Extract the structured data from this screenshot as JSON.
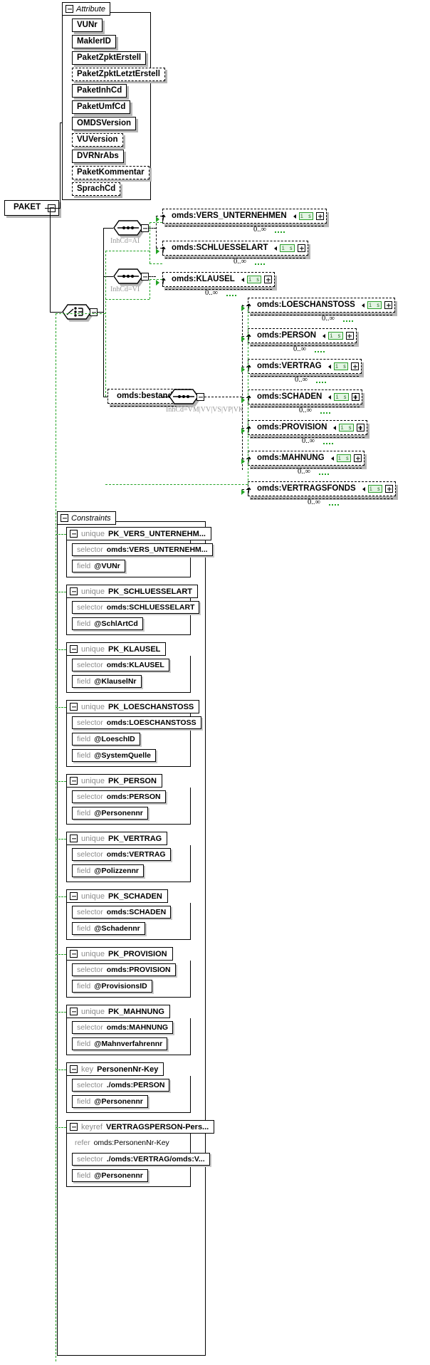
{
  "diagram": {
    "type": "xsd-schema-diagram",
    "root_element": {
      "name": "PAKET",
      "toggle": "minus"
    },
    "attribute_group": {
      "title": "Attribute",
      "toggle": "minus",
      "attributes": [
        {
          "name": "VUNr",
          "optional": false
        },
        {
          "name": "MaklerID",
          "optional": false
        },
        {
          "name": "PaketZpktErstell",
          "optional": false
        },
        {
          "name": "PaketZpktLetztErstell",
          "optional": true
        },
        {
          "name": "PaketInhCd",
          "optional": false
        },
        {
          "name": "PaketUmfCd",
          "optional": false
        },
        {
          "name": "OMDSVersion",
          "optional": false
        },
        {
          "name": "VUVersion",
          "optional": true
        },
        {
          "name": "DVRNrAbs",
          "optional": false
        },
        {
          "name": "PaketKommentar",
          "optional": true
        },
        {
          "name": "SprachCd",
          "optional": true
        }
      ]
    },
    "compositors": {
      "choice_label": "choice",
      "sequence_label": "sequence",
      "seq_ai": {
        "kind": "sequence",
        "annotation": "InhCd=AI"
      },
      "seq_vi": {
        "kind": "sequence",
        "annotation": "InhCd=VI"
      },
      "seq_bestand": {
        "kind": "sequence",
        "annotation": "InhCd=VM|VV|VS|VP|VK"
      },
      "main_choice": {
        "kind": "choice",
        "annotation": ""
      }
    },
    "bestand_element": {
      "name": "omds:bestand",
      "toggle": "minus"
    },
    "elements_ai": [
      {
        "name": "omds:VERS_UNTERNEHMEN",
        "badge": "i s",
        "toggle": "plus",
        "occurrence": "0..∞"
      },
      {
        "name": "omds:SCHLUESSELART",
        "badge": "i s",
        "toggle": "plus",
        "occurrence": "0..∞"
      }
    ],
    "elements_vi": [
      {
        "name": "omds:KLAUSEL",
        "badge": "i s",
        "toggle": "plus",
        "occurrence": "0..∞"
      }
    ],
    "elements_bestand": [
      {
        "name": "omds:LOESCHANSTOSS",
        "badge": "i s",
        "toggle": "plus",
        "occurrence": "0..∞"
      },
      {
        "name": "omds:PERSON",
        "badge": "i s",
        "toggle": "plus",
        "occurrence": "0..∞"
      },
      {
        "name": "omds:VERTRAG",
        "badge": "i s",
        "toggle": "plus",
        "occurrence": "0..∞"
      },
      {
        "name": "omds:SCHADEN",
        "badge": "i s",
        "toggle": "plus",
        "occurrence": "0..∞"
      },
      {
        "name": "omds:PROVISION",
        "badge": "i s",
        "toggle": "plus",
        "occurrence": "0..∞"
      },
      {
        "name": "omds:MAHNUNG",
        "badge": "i s",
        "toggle": "plus",
        "occurrence": "0..∞"
      },
      {
        "name": "omds:VERTRAGSFONDS",
        "badge": "i s",
        "toggle": "plus",
        "occurrence": "0..∞"
      }
    ],
    "constraints_group": {
      "title": "Constraints",
      "toggle": "minus",
      "items": [
        {
          "kind": "unique",
          "name": "PK_VERS_UNTERNEHM...",
          "rows": [
            {
              "label": "selector",
              "value": "omds:VERS_UNTERNEHM..."
            },
            {
              "label": "field",
              "value": "@VUNr"
            }
          ]
        },
        {
          "kind": "unique",
          "name": "PK_SCHLUESSELART",
          "rows": [
            {
              "label": "selector",
              "value": "omds:SCHLUESSELART"
            },
            {
              "label": "field",
              "value": "@SchlArtCd"
            }
          ]
        },
        {
          "kind": "unique",
          "name": "PK_KLAUSEL",
          "rows": [
            {
              "label": "selector",
              "value": "omds:KLAUSEL"
            },
            {
              "label": "field",
              "value": "@KlauselNr"
            }
          ]
        },
        {
          "kind": "unique",
          "name": "PK_LOESCHANSTOSS",
          "rows": [
            {
              "label": "selector",
              "value": "omds:LOESCHANSTOSS"
            },
            {
              "label": "field",
              "value": "@LoeschID"
            },
            {
              "label": "field",
              "value": "@SystemQuelle"
            }
          ]
        },
        {
          "kind": "unique",
          "name": "PK_PERSON",
          "rows": [
            {
              "label": "selector",
              "value": "omds:PERSON"
            },
            {
              "label": "field",
              "value": "@Personennr"
            }
          ]
        },
        {
          "kind": "unique",
          "name": "PK_VERTRAG",
          "rows": [
            {
              "label": "selector",
              "value": "omds:VERTRAG"
            },
            {
              "label": "field",
              "value": "@Polizzennr"
            }
          ]
        },
        {
          "kind": "unique",
          "name": "PK_SCHADEN",
          "rows": [
            {
              "label": "selector",
              "value": "omds:SCHADEN"
            },
            {
              "label": "field",
              "value": "@Schadennr"
            }
          ]
        },
        {
          "kind": "unique",
          "name": "PK_PROVISION",
          "rows": [
            {
              "label": "selector",
              "value": "omds:PROVISION"
            },
            {
              "label": "field",
              "value": "@ProvisionsID"
            }
          ]
        },
        {
          "kind": "unique",
          "name": "PK_MAHNUNG",
          "rows": [
            {
              "label": "selector",
              "value": "omds:MAHNUNG"
            },
            {
              "label": "field",
              "value": "@Mahnverfahrennr"
            }
          ]
        },
        {
          "kind": "key",
          "name": "PersonenNr-Key",
          "rows": [
            {
              "label": "selector",
              "value": "./omds:PERSON"
            },
            {
              "label": "field",
              "value": "@Personennr"
            }
          ]
        },
        {
          "kind": "keyref",
          "name": "VERTRAGSPERSON-Pers...",
          "refer": {
            "label": "refer",
            "value": "omds:PersonenNr-Key"
          },
          "rows": [
            {
              "label": "selector",
              "value": "./omds:VERTRAG/omds:V..."
            },
            {
              "label": "field",
              "value": "@Personennr"
            }
          ]
        }
      ]
    },
    "colors": {
      "green": "#23a324",
      "badge_bg": "#e4f5e4",
      "badge_border": "#2a9d2a",
      "shadow": "#b5b5b5",
      "muted": "#9a9a9a"
    }
  }
}
